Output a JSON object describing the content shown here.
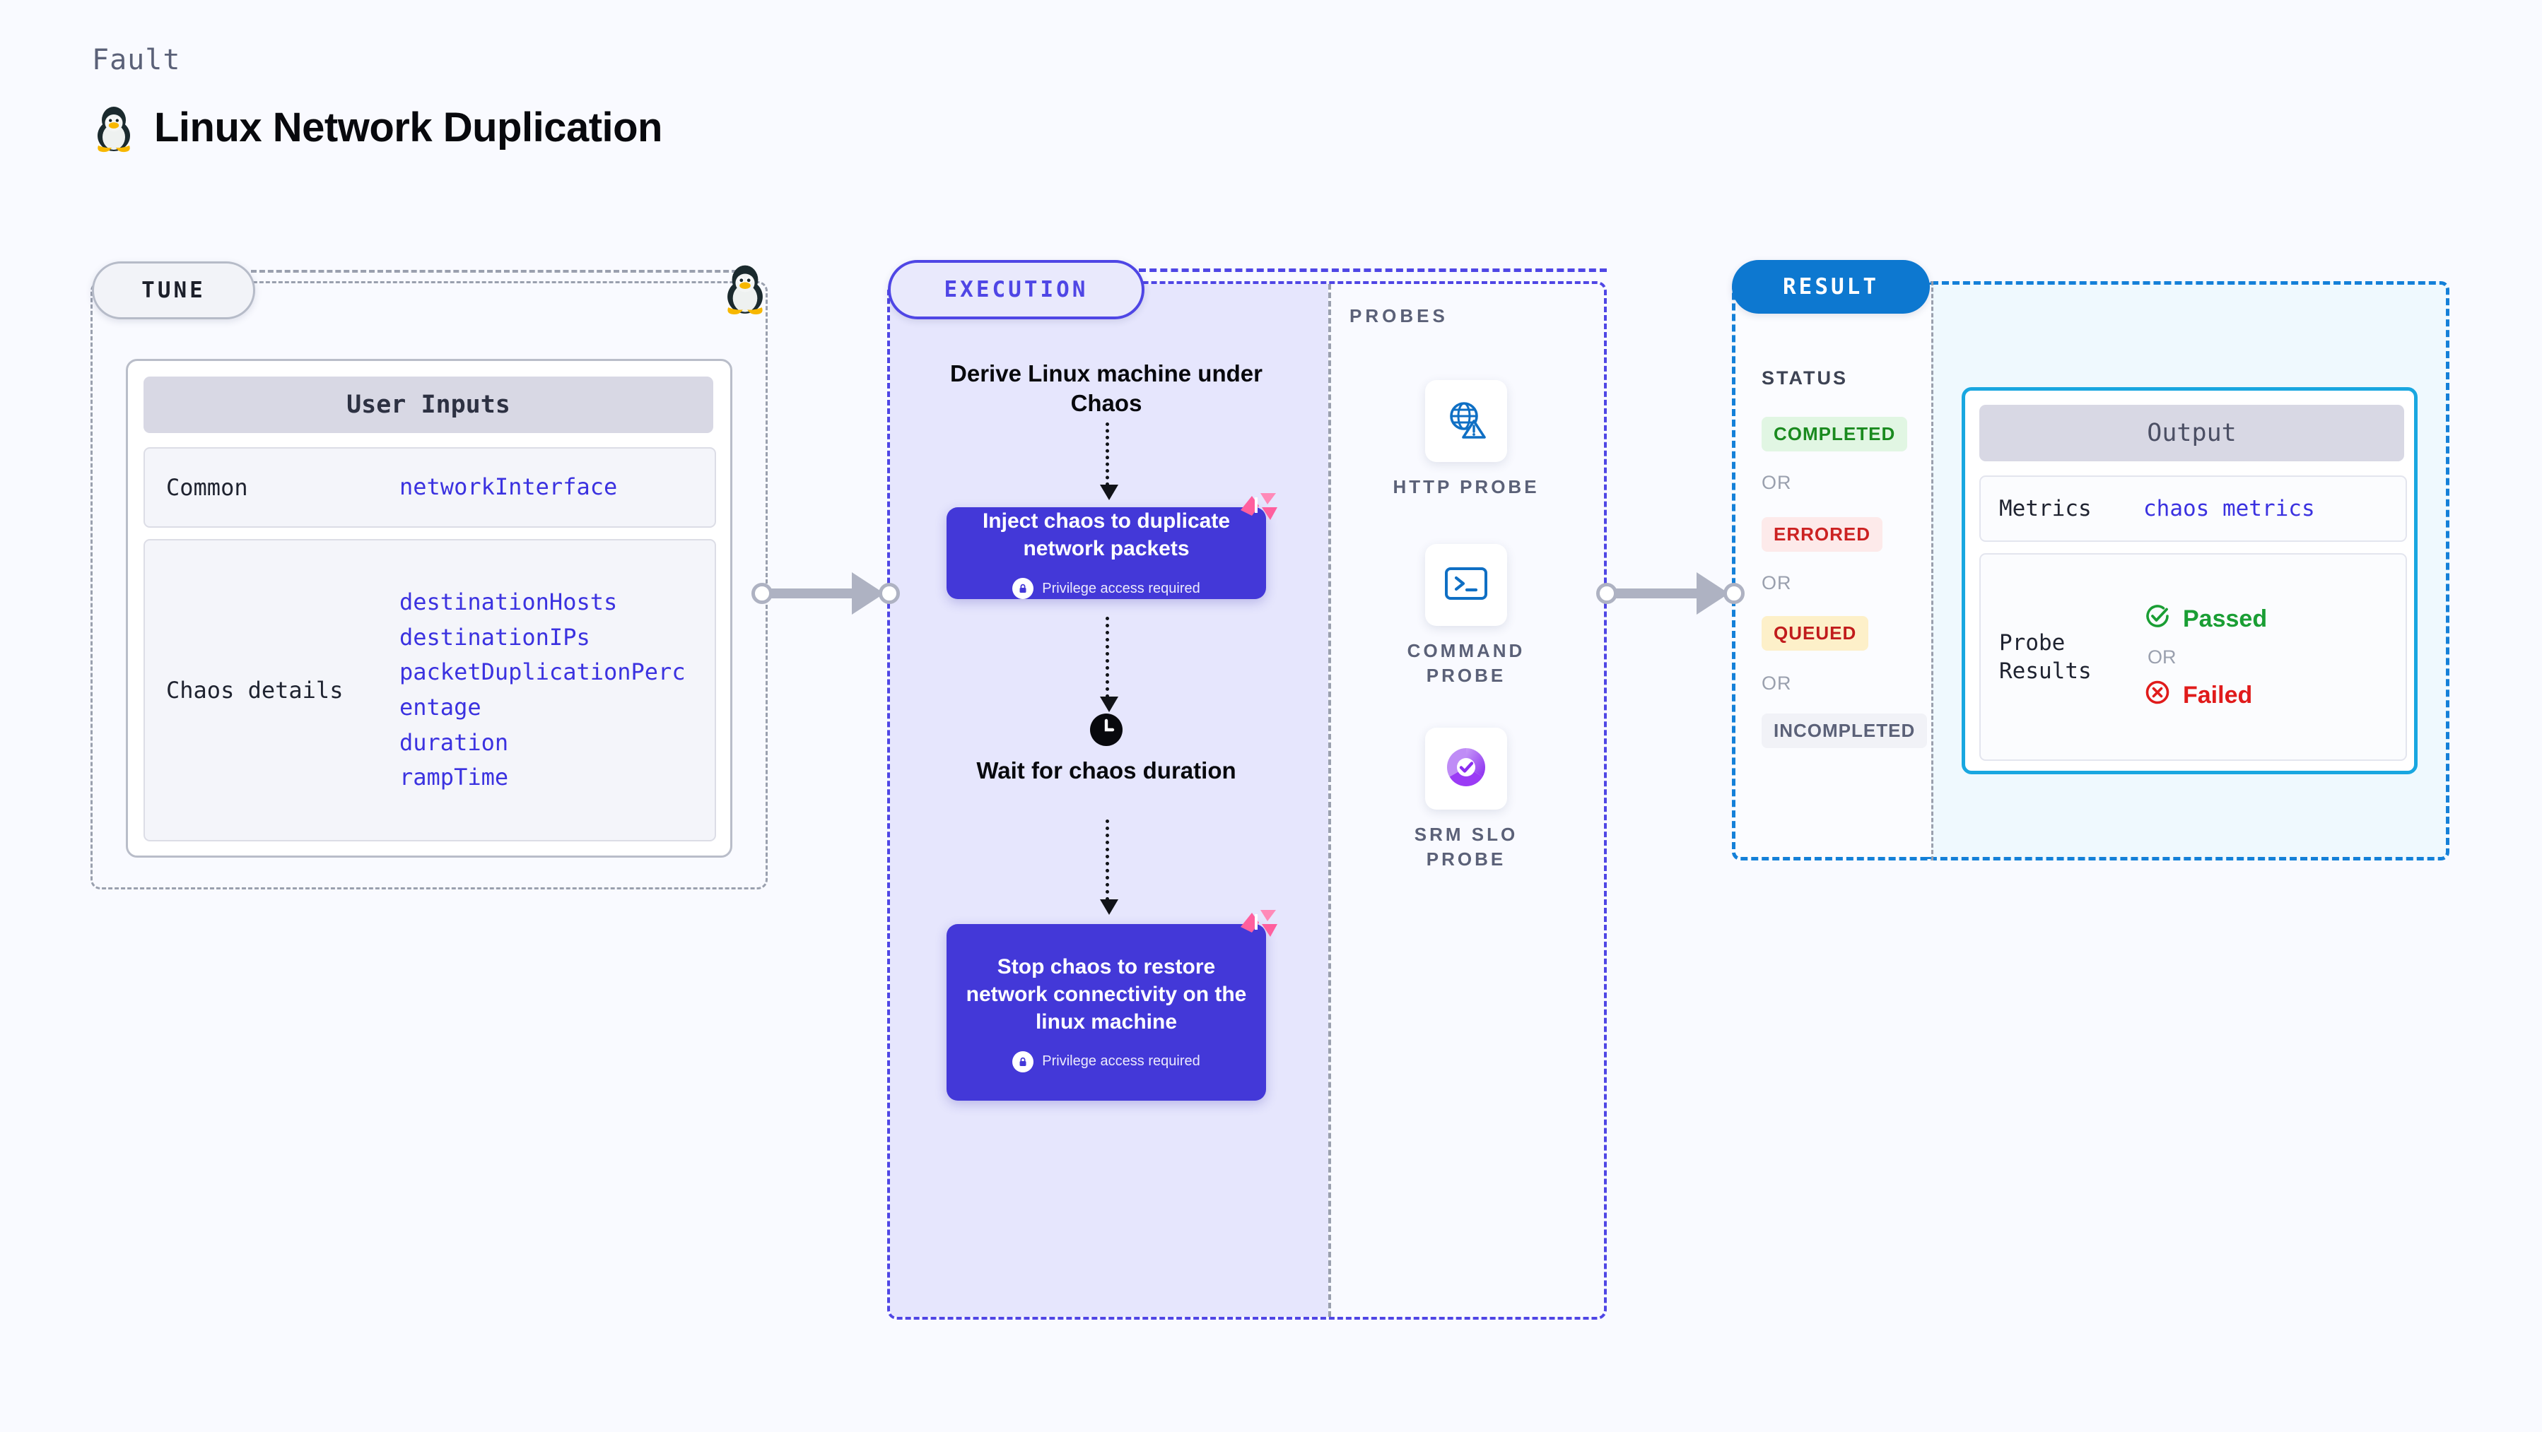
{
  "header": {
    "fault_label": "Fault",
    "title": "Linux Network Duplication",
    "icon": "tux-penguin-icon"
  },
  "tune": {
    "pill_label": "TUNE",
    "card_header": "User Inputs",
    "rows": [
      {
        "key": "Common",
        "values": [
          "networkInterface"
        ]
      },
      {
        "key": "Chaos details",
        "values": [
          "destinationHosts",
          "destinationIPs",
          "packetDuplicationPercentage",
          "duration",
          "rampTime"
        ]
      }
    ]
  },
  "execution": {
    "pill_label": "EXECUTION",
    "steps": [
      {
        "type": "text",
        "label": "Derive Linux machine under Chaos"
      },
      {
        "type": "card",
        "label": "Inject chaos to duplicate network packets",
        "note": "Privilege access required",
        "note_icon": "lock-icon",
        "badge_icon": "hce-logo-icon"
      },
      {
        "type": "wait",
        "label": "Wait for chaos duration",
        "icon": "clock-icon"
      },
      {
        "type": "card",
        "label": "Stop chaos to restore network connectivity on the linux machine",
        "note": "Privilege access required",
        "note_icon": "lock-icon",
        "badge_icon": "hce-logo-icon"
      }
    ]
  },
  "probes": {
    "section_label": "PROBES",
    "items": [
      {
        "label": "HTTP PROBE",
        "icon": "globe-warning-icon"
      },
      {
        "label": "COMMAND PROBE",
        "icon": "terminal-icon"
      },
      {
        "label": "SRM SLO PROBE",
        "icon": "slo-donut-check-icon"
      }
    ]
  },
  "result": {
    "pill_label": "RESULT",
    "status_label": "STATUS",
    "or_label": "OR",
    "statuses": [
      {
        "label": "COMPLETED",
        "color": "#1a8a1f",
        "bg": "#e1f6e3"
      },
      {
        "label": "ERRORED",
        "color": "#cc2222",
        "bg": "#fdeaea"
      },
      {
        "label": "QUEUED",
        "color": "#c11c1c",
        "bg": "#fdf0c9"
      },
      {
        "label": "INCOMPLETED",
        "color": "#5b6178",
        "bg": "#f1f2f7"
      }
    ],
    "output": {
      "header": "Output",
      "metrics_key": "Metrics",
      "metrics_value": "chaos metrics",
      "probe_key": "Probe Results",
      "passed_label": "Passed",
      "failed_label": "Failed",
      "or_label": "OR",
      "passed_icon": "check-circle-icon",
      "failed_icon": "x-circle-icon"
    }
  },
  "theme": {
    "page_bg": "#f9faff",
    "execution_fill": "#e6e6fd",
    "execution_accent": "#4f46e5",
    "card_purple": "#4338d8",
    "result_accent": "#0d78d0",
    "result_fill": "#eff9fe",
    "output_border": "#19a7e0",
    "value_blue": "#3b32e0",
    "connector_grey": "#aeb2c2",
    "hce_pink": "#ff5f9e"
  }
}
